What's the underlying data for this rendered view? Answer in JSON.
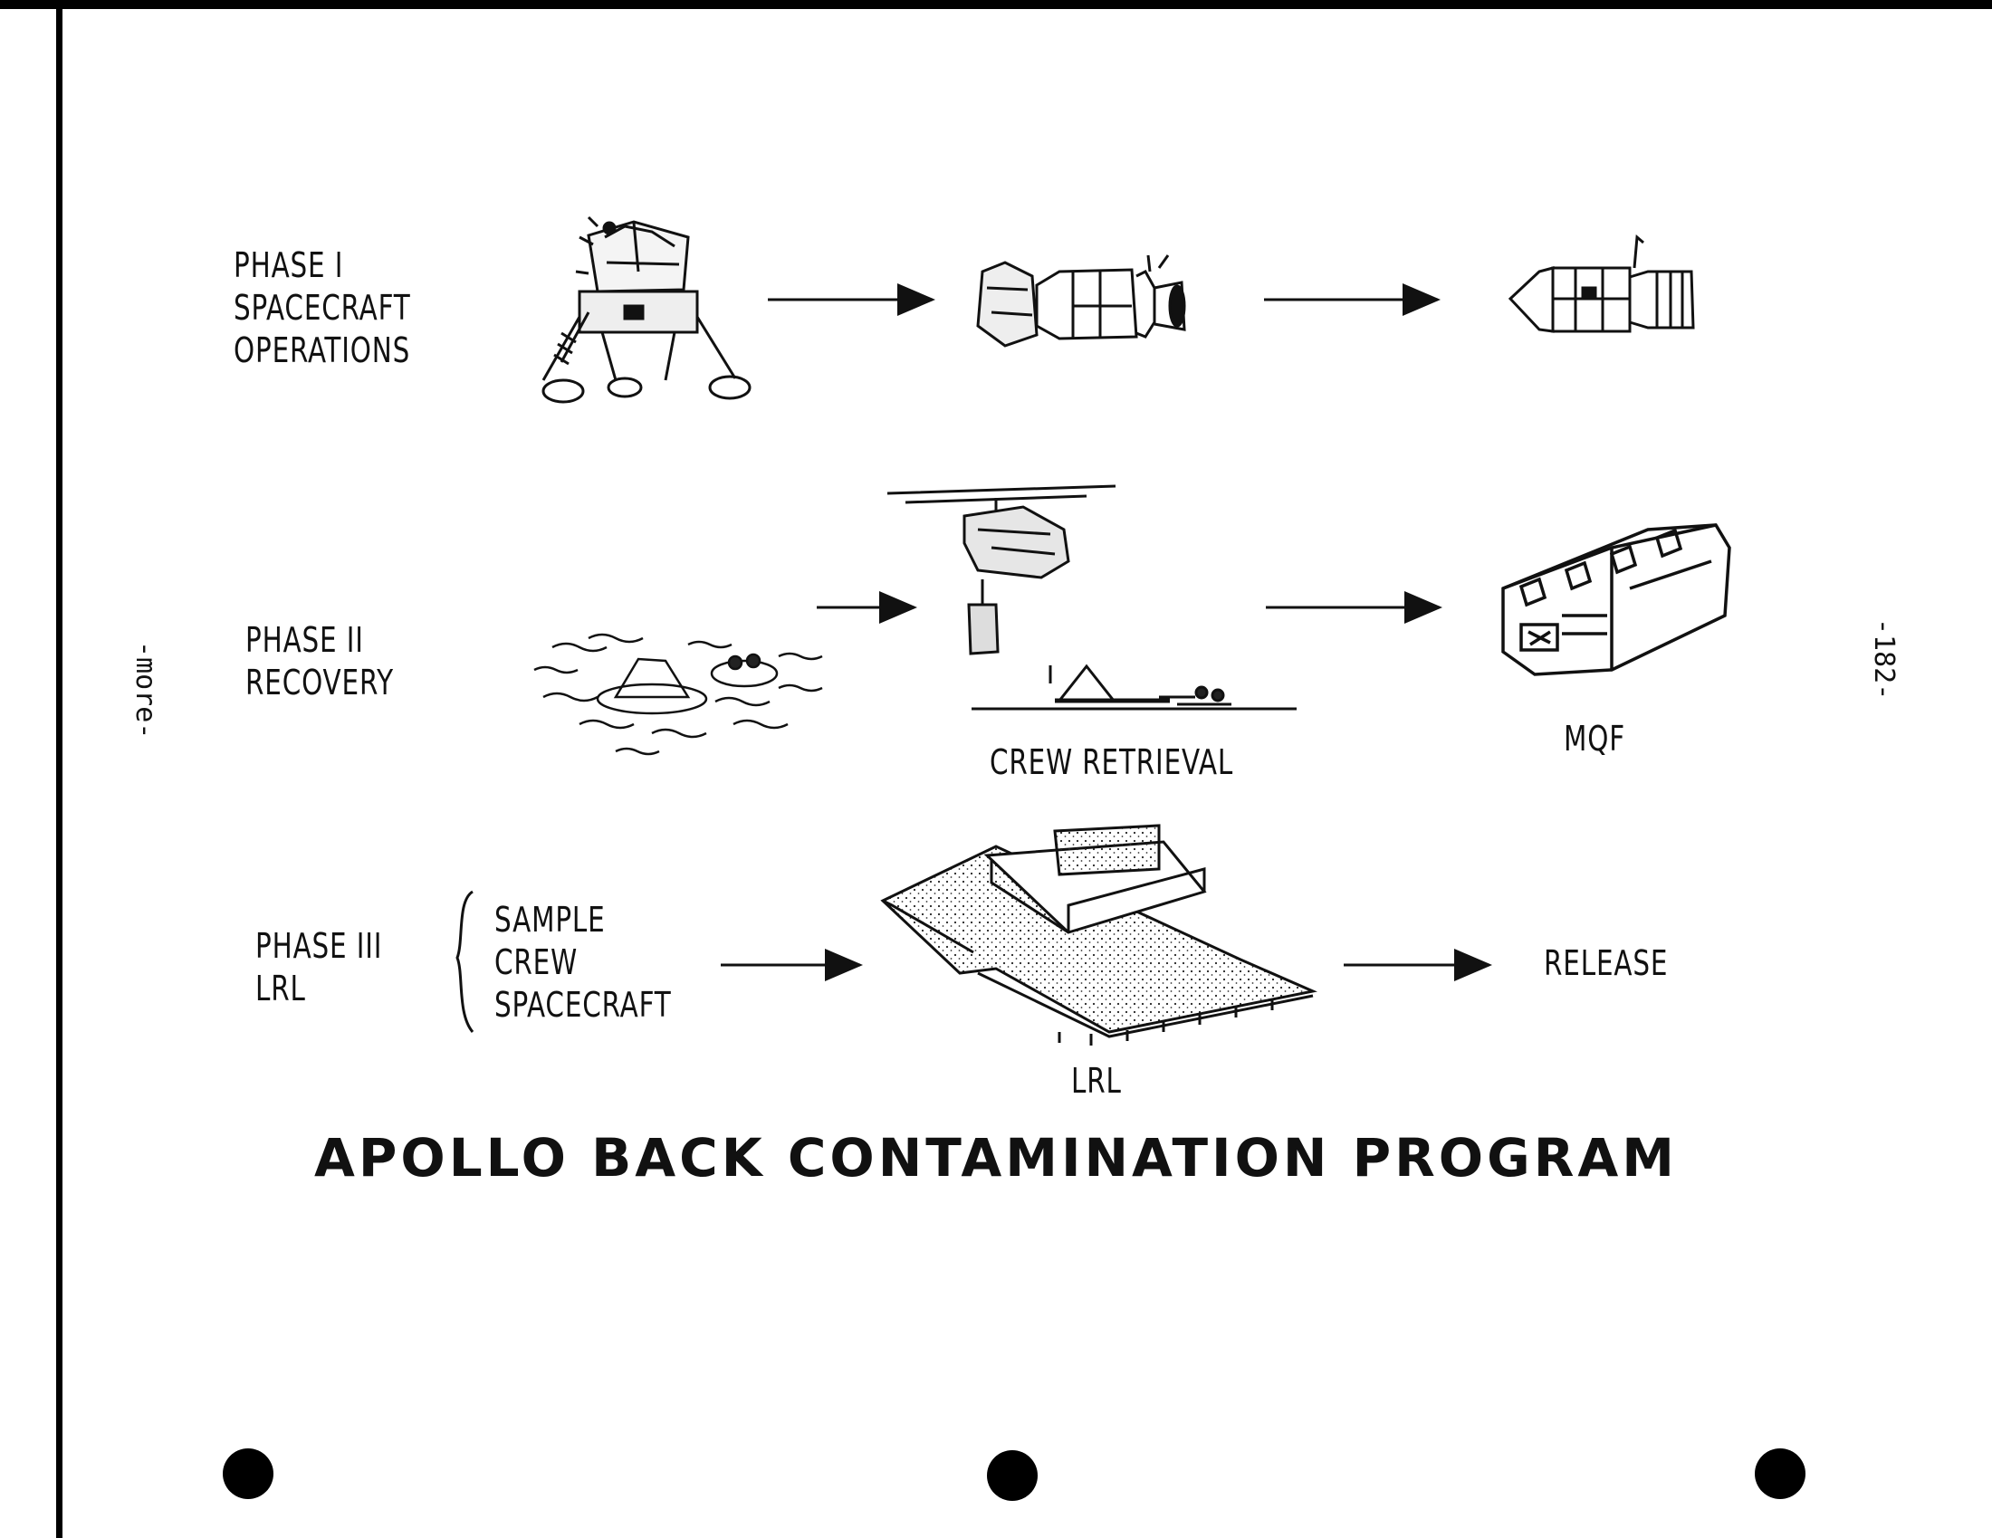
{
  "title": "APOLLO BACK CONTAMINATION PROGRAM",
  "phases": [
    {
      "lines": [
        "PHASE I",
        "SPACECRAFT",
        "OPERATIONS"
      ]
    },
    {
      "lines": [
        "PHASE II",
        "RECOVERY"
      ]
    },
    {
      "lines": [
        "PHASE III",
        "LRL"
      ]
    }
  ],
  "phase3_items": [
    "SAMPLE",
    "CREW",
    "SPACECRAFT"
  ],
  "captions": {
    "crew_retrieval": "CREW RETRIEVAL",
    "mqf": "MQF",
    "lrl": "LRL",
    "release": "RELEASE"
  },
  "margin_notes": {
    "left": "-more-",
    "right": "-182-"
  },
  "icons": [
    "lunar-module-icon",
    "csm-lm-docked-icon",
    "command-service-module-icon",
    "floating-capsule-icon",
    "helicopter-icon",
    "recovery-ship-icon",
    "mobile-quarantine-facility-icon",
    "lunar-receiving-lab-icon"
  ]
}
